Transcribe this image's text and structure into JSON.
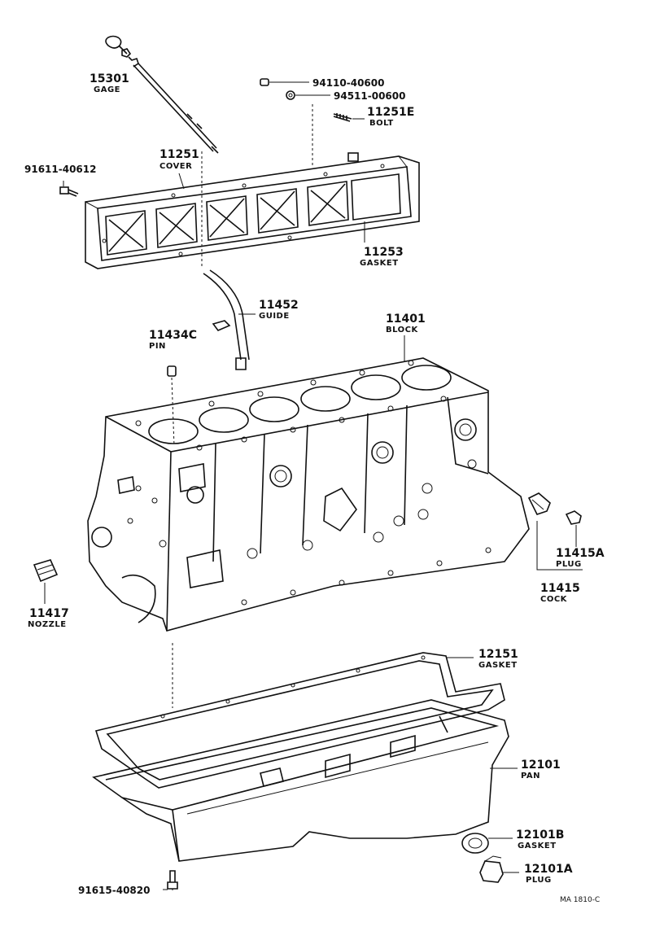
{
  "parts": {
    "gage": {
      "num": "15301",
      "name": "GAGE"
    },
    "bolt94110": {
      "num": "94110-40600"
    },
    "bolt94511": {
      "num": "94511-00600"
    },
    "bolt11251E": {
      "num": "11251E",
      "name": "BOLT"
    },
    "bolt91611": {
      "num": "91611-40612"
    },
    "cover": {
      "num": "11251",
      "name": "COVER"
    },
    "gasket11253": {
      "num": "11253",
      "name": "GASKET"
    },
    "guide": {
      "num": "11452",
      "name": "GUIDE"
    },
    "block": {
      "num": "11401",
      "name": "BLOCK"
    },
    "pin": {
      "num": "11434C",
      "name": "PIN"
    },
    "plug11415A": {
      "num": "11415A",
      "name": "PLUG"
    },
    "cock": {
      "num": "11415",
      "name": "COCK"
    },
    "nozzle": {
      "num": "11417",
      "name": "NOZZLE"
    },
    "gasket12151": {
      "num": "12151",
      "name": "GASKET"
    },
    "pan": {
      "num": "12101",
      "name": "PAN"
    },
    "gasket12101B": {
      "num": "12101B",
      "name": "GASKET"
    },
    "plug12101A": {
      "num": "12101A",
      "name": "PLUG"
    },
    "bolt91615": {
      "num": "91615-40820"
    }
  },
  "footer": {
    "code": "MA  1810-C"
  }
}
